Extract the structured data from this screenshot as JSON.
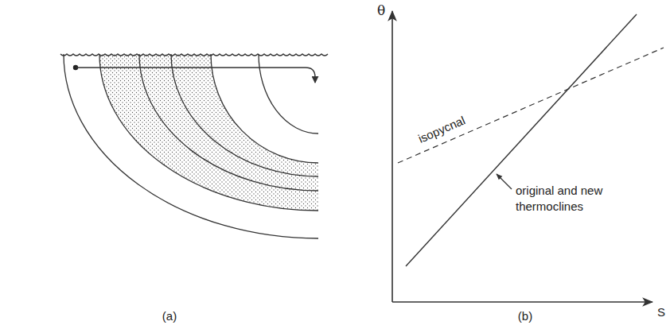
{
  "diagram": {
    "labels": [
      "θ",
      "isopycnal",
      "original and new thermoclines",
      "S",
      "(a)",
      "(b)"
    ]
  }
}
